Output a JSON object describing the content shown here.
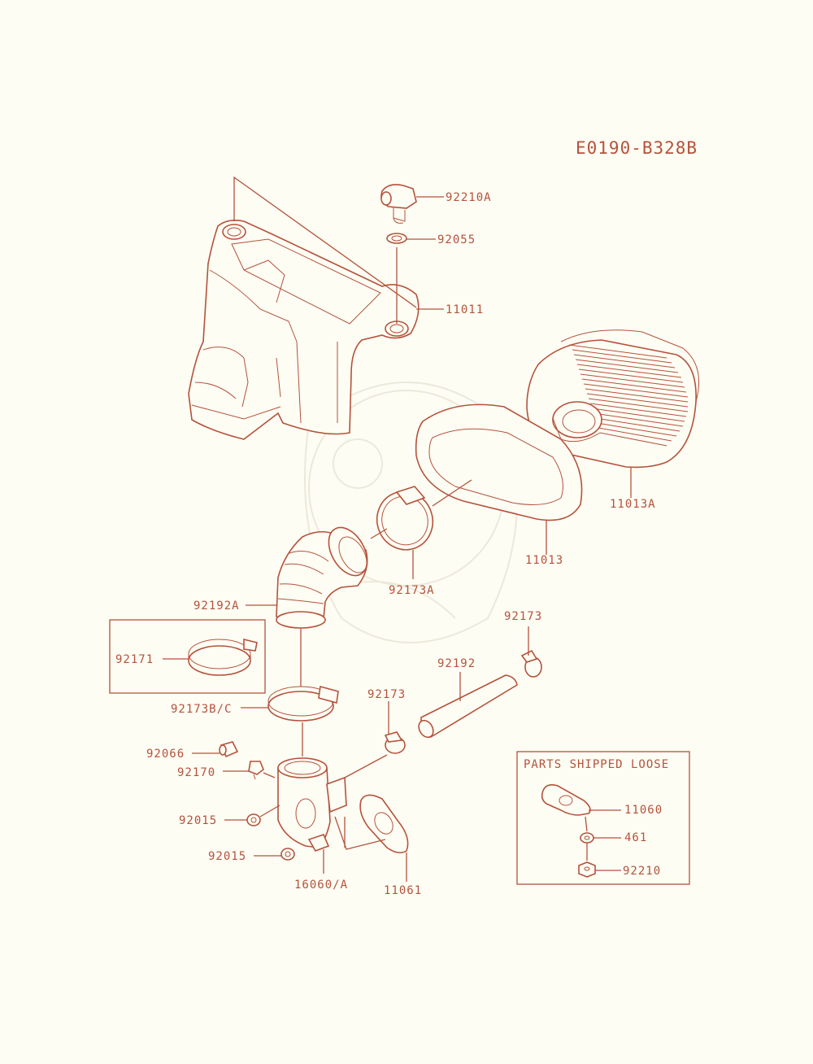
{
  "diagram_code": "E0190-B328B",
  "shipped_loose_title": "PARTS SHIPPED LOOSE",
  "colors": {
    "line": "#b5523a",
    "background": "#fdfdf4"
  },
  "labels": {
    "p92210A": "92210A",
    "p92055": "92055",
    "p11011": "11011",
    "p11013A": "11013A",
    "p11013": "11013",
    "p92173A": "92173A",
    "p92192A": "92192A",
    "p92171": "92171",
    "p92173B_C": "92173B/C",
    "p92173_upper": "92173",
    "p92192": "92192",
    "p92173_lower": "92173",
    "p92066": "92066",
    "p92170": "92170",
    "p92015_a": "92015",
    "p92015_b": "92015",
    "p16060A": "16060/A",
    "p11061": "11061",
    "p11060": "11060",
    "p461": "461",
    "p92210": "92210"
  }
}
